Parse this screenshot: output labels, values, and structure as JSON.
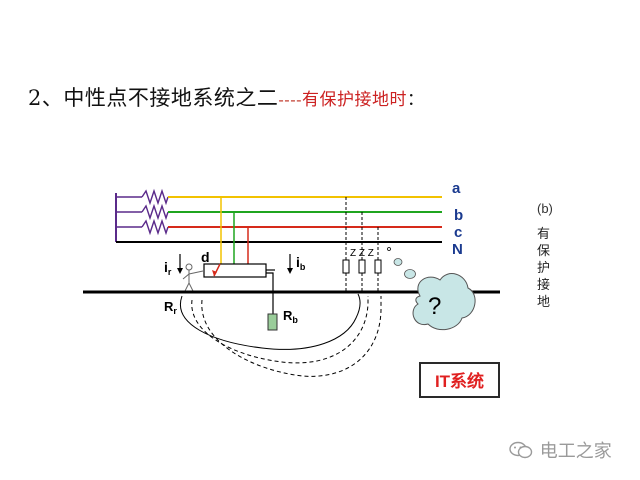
{
  "title": {
    "number": "2、",
    "main": "中性点不接地系统之二",
    "separator": "----",
    "highlight": "有保护接地时",
    "colon": "："
  },
  "phases": [
    {
      "label": "a",
      "color": "#f2c200"
    },
    {
      "label": "b",
      "color": "#1fa51f"
    },
    {
      "label": "c",
      "color": "#d62a1a"
    },
    {
      "label": "N",
      "color": "#000000"
    }
  ],
  "labels": {
    "current_r": "i",
    "current_r_sub": "r",
    "current_b": "i",
    "current_b_sub": "b",
    "device": "d",
    "resistance_r": "R",
    "resistance_r_sub": "r",
    "resistance_b": "R",
    "resistance_b_sub": "b",
    "impedance": "Z Z Z",
    "question": "?"
  },
  "side_note": {
    "tag": "(b)",
    "vertical_text": [
      "有",
      "保",
      "护",
      "接",
      "地"
    ]
  },
  "system_badge": "IT系统",
  "watermark": "电工之家",
  "colors": {
    "label_blue": "#1a3a8f",
    "badge_red": "#e02020",
    "badge_border": "#2a2a2a",
    "cloud_fill": "#c8e6e6"
  }
}
